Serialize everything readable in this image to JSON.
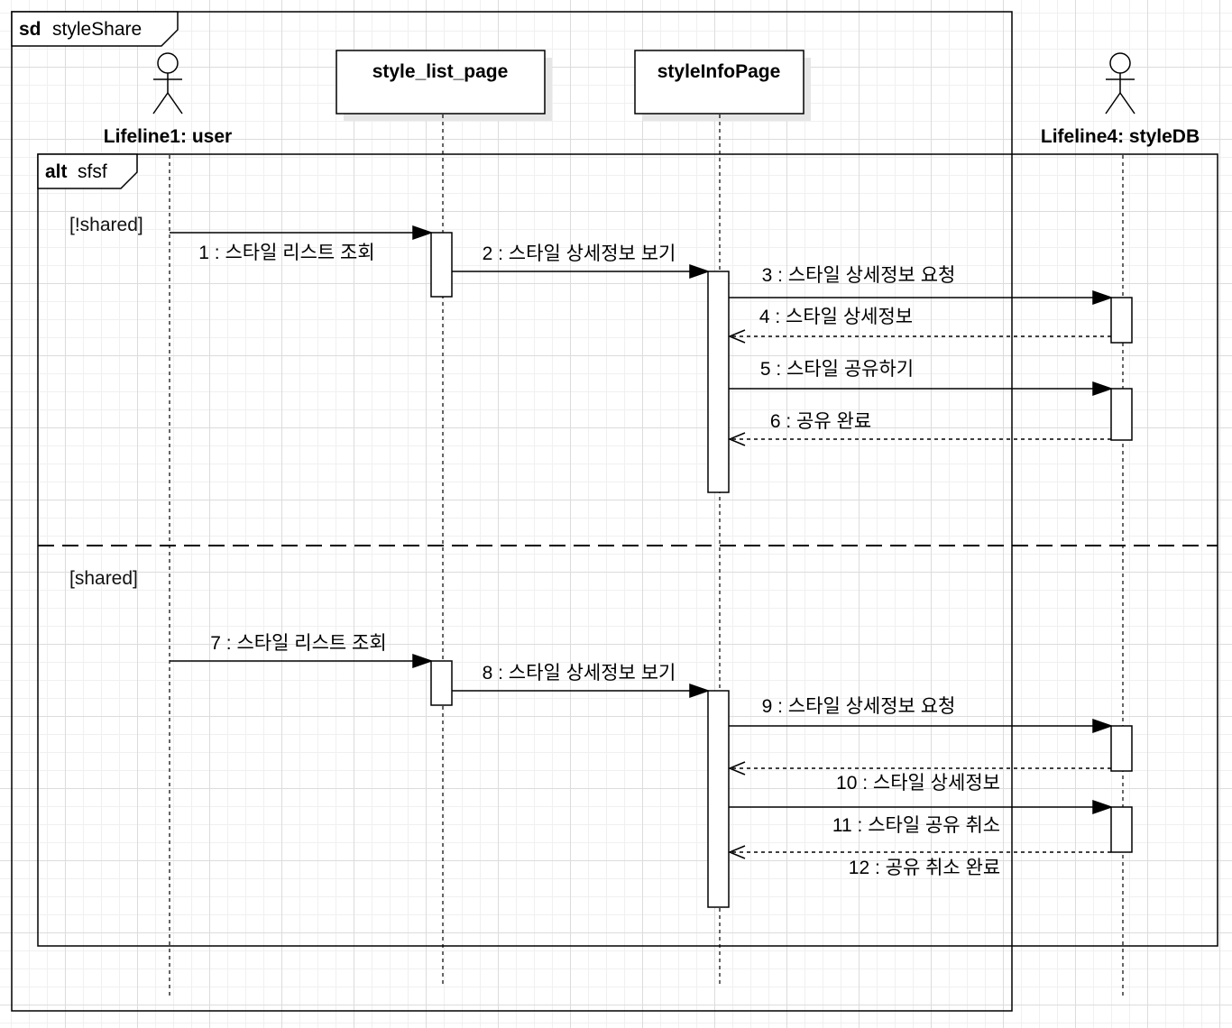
{
  "frame": {
    "keyword": "sd",
    "name": "styleShare"
  },
  "lifelines": [
    {
      "id": "user",
      "kind": "actor",
      "label": "Lifeline1: user"
    },
    {
      "id": "list",
      "kind": "object",
      "label": "style_list_page"
    },
    {
      "id": "info",
      "kind": "object",
      "label": "styleInfoPage"
    },
    {
      "id": "db",
      "kind": "actor",
      "label": "Lifeline4: styleDB"
    }
  ],
  "fragment": {
    "operator": "alt",
    "name": "sfsf",
    "operands": [
      {
        "guard": "[!shared]"
      },
      {
        "guard": "[shared]"
      }
    ]
  },
  "messages": [
    {
      "from": "user",
      "to": "list",
      "type": "sync",
      "label": "1 : 스타일 리스트 조회"
    },
    {
      "from": "list",
      "to": "info",
      "type": "sync",
      "label": "2 : 스타일 상세정보 보기"
    },
    {
      "from": "info",
      "to": "db",
      "type": "sync",
      "label": "3 : 스타일 상세정보 요청"
    },
    {
      "from": "db",
      "to": "info",
      "type": "reply",
      "label": "4 : 스타일 상세정보"
    },
    {
      "from": "info",
      "to": "db",
      "type": "sync",
      "label": "5 : 스타일 공유하기"
    },
    {
      "from": "db",
      "to": "info",
      "type": "reply",
      "label": "6 : 공유 완료"
    },
    {
      "from": "user",
      "to": "list",
      "type": "sync",
      "label": "7 : 스타일 리스트 조회"
    },
    {
      "from": "list",
      "to": "info",
      "type": "sync",
      "label": "8 : 스타일 상세정보 보기"
    },
    {
      "from": "info",
      "to": "db",
      "type": "sync",
      "label": "9 : 스타일 상세정보 요청"
    },
    {
      "from": "db",
      "to": "info",
      "type": "reply",
      "label": "10 : 스타일 상세정보"
    },
    {
      "from": "info",
      "to": "db",
      "type": "sync",
      "label": "11 : 스타일 공유 취소"
    },
    {
      "from": "db",
      "to": "info",
      "type": "reply",
      "label": "12 : 공유 취소 완료"
    }
  ]
}
